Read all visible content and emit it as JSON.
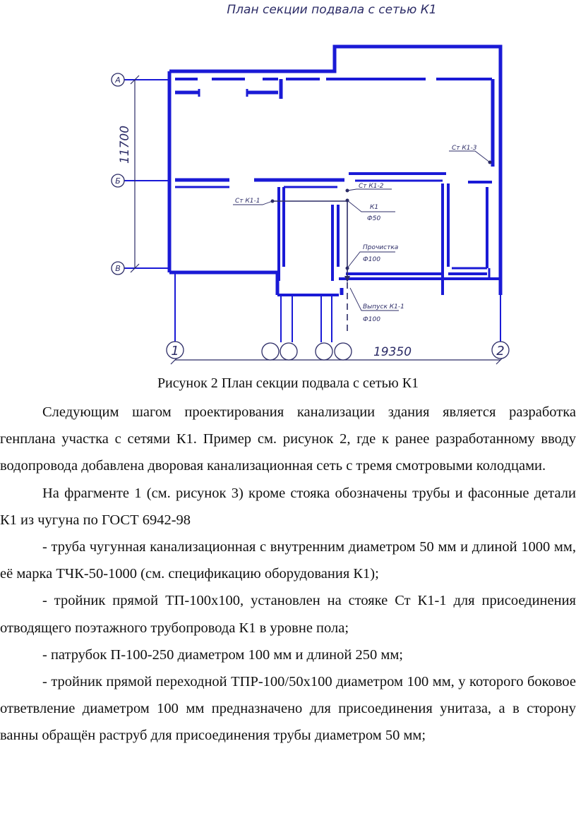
{
  "figure": {
    "title": "План секции подвала с сетью К1",
    "axes": {
      "a": "А",
      "b": "Б",
      "v": "В",
      "one": "1",
      "two": "2"
    },
    "dimensions": {
      "vertical": "11700",
      "horizontal": "19350"
    },
    "labels": {
      "st1": "Ст К1-1",
      "st2": "Ст К1-2",
      "st3": "Ст К1-3",
      "k1": "К1",
      "k1_dia": "Ф50",
      "clean": "Прочистка",
      "clean_dia": "Ф100",
      "outlet": "Выпуск К1-1",
      "outlet_dia": "Ф100"
    },
    "colors": {
      "walls": "#1a1ad6",
      "annotation": "#2b2b66"
    }
  },
  "caption": "Рисунок 2 План секции подвала с сетью К1",
  "paragraphs": [
    "Следующим шагом проектирования канализации здания является разработка генплана участка с сетями К1. Пример см. рисунок 2, где к ранее разработанному вводу водопровода добавлена дворовая канализационная сеть с тремя смотровыми колодцами.",
    "На фрагменте 1 (см. рисунок 3) кроме стояка обозначены трубы и фасонные детали К1 из чугуна по ГОСТ 6942-98",
    "- труба чугунная канализационная с внутренним диаметром 50 мм и длиной 1000 мм, её марка ТЧК-50-1000 (см. спецификацию оборудования К1);",
    "- тройник прямой ТП-100х100, установлен на стояке Ст К1-1 для присоединения отводящего поэтажного трубопровода К1 в уровне пола;",
    "- патрубок П-100-250 диаметром 100 мм и длиной 250 мм;",
    "- тройник прямой переходной ТПР-100/50х100 диаметром 100 мм, у которого боковое ответвление диаметром 100 мм предназначено для присоединения унитаза, а в сторону ванны обращён раструб для присоединения трубы диаметром 50 мм;"
  ]
}
